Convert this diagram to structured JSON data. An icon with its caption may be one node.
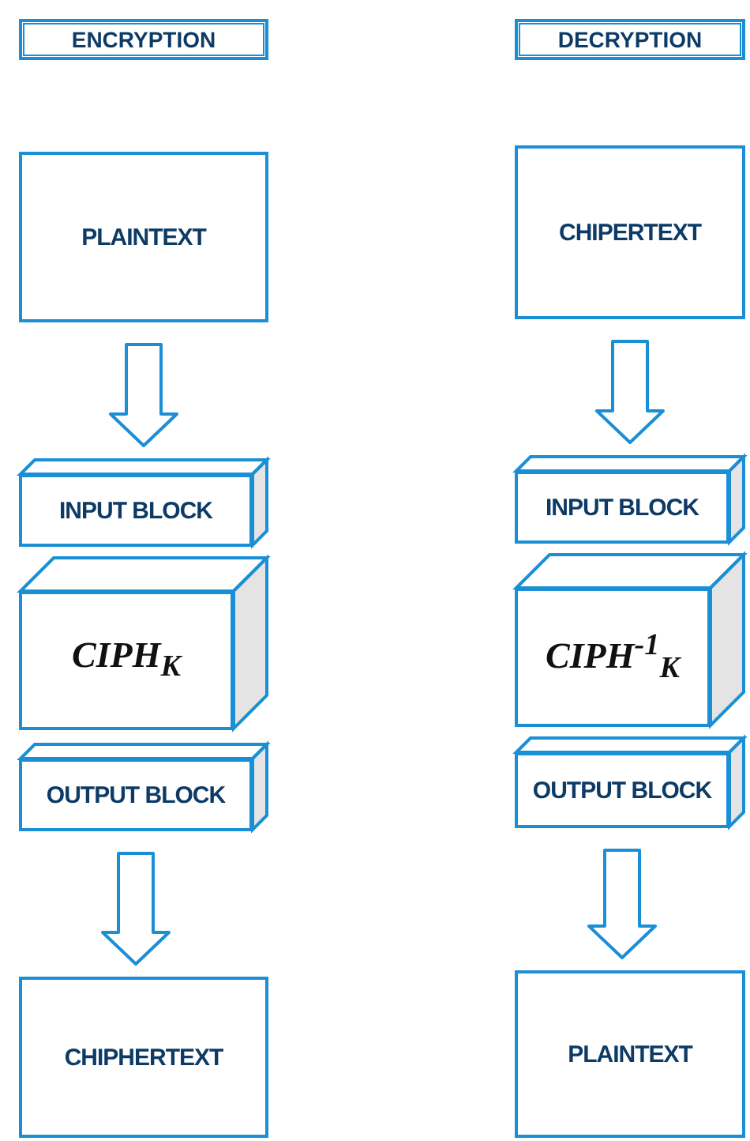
{
  "diagram": {
    "nodes": [
      {
        "text": [
          "ENCRYPTION"
        ]
      },
      {
        "text": [
          "PLAINTEXT"
        ]
      },
      {
        "text": [
          "INPUT BLOCK"
        ]
      },
      {
        "text": [
          "CIPH$_{K}$"
        ]
      },
      {
        "text": [
          "OUTPUT BLOCK"
        ]
      },
      {
        "text": [
          "CHIPHERTEXT"
        ]
      },
      {
        "text": [
          "DECRYPTION"
        ]
      },
      {
        "text": [
          "CHIPERTEXT"
        ]
      },
      {
        "text": [
          "INPUT BLOCK"
        ]
      },
      {
        "text": [
          "CIPH$^{-1}$$_{K}$"
        ]
      },
      {
        "text": [
          "OUTPUT BLOCK"
        ]
      },
      {
        "text": [
          "PLAINTEXT"
        ]
      }
    ],
    "edges": [
      {
        "from": 1,
        "to": 2,
        "arrow": "to"
      },
      {
        "from": 4,
        "to": 5,
        "arrow": "to"
      },
      {
        "from": 7,
        "to": 8,
        "arrow": "to"
      },
      {
        "from": 10,
        "to": 11,
        "arrow": "to"
      }
    ]
  }
}
